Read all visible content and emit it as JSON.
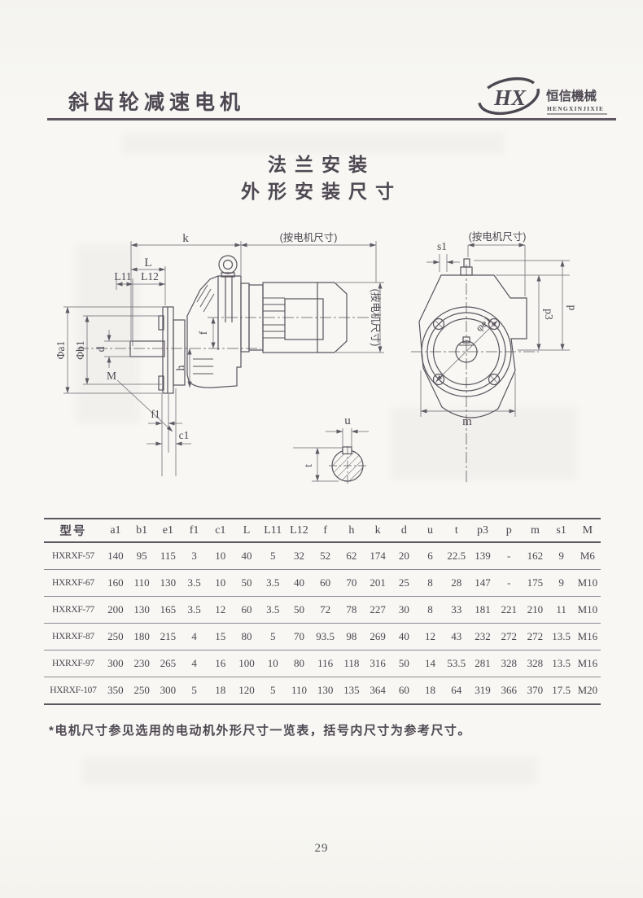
{
  "header": {
    "brand_title": "斜齿轮减速电机",
    "logo": {
      "hx": "HX",
      "company_cn": "恒信機械",
      "company_en": "HENGXINJIXIE"
    }
  },
  "title": {
    "line1": "法兰安装",
    "line2": "外形安装尺寸"
  },
  "drawing": {
    "side": {
      "k": "k",
      "motor_top": "(按电机尺寸)",
      "motor_right": "(按电机尺寸)",
      "L": "L",
      "L11": "L11",
      "L12": "L12",
      "phi_a1": "Φa1",
      "phi_b1": "Φb1",
      "d": "d",
      "M": "M",
      "f": "f",
      "h": "h",
      "f1": "f1",
      "c1": "c1"
    },
    "front": {
      "motor_top": "(按电机尺寸)",
      "s1": "s1",
      "phi_e1": "φe1",
      "p3": "p3",
      "p": "p",
      "m": "m"
    },
    "shaft": {
      "u": "u",
      "t": "t"
    }
  },
  "table": {
    "headers": [
      "型号",
      "a1",
      "b1",
      "e1",
      "f1",
      "c1",
      "L",
      "L11",
      "L12",
      "f",
      "h",
      "k",
      "d",
      "u",
      "t",
      "p3",
      "p",
      "m",
      "s1",
      "M"
    ],
    "rows": [
      [
        "HXRXF-57",
        "140",
        "95",
        "115",
        "3",
        "10",
        "40",
        "5",
        "32",
        "52",
        "62",
        "174",
        "20",
        "6",
        "22.5",
        "139",
        "-",
        "162",
        "9",
        "M6"
      ],
      [
        "HXRXF-67",
        "160",
        "110",
        "130",
        "3.5",
        "10",
        "50",
        "3.5",
        "40",
        "60",
        "70",
        "201",
        "25",
        "8",
        "28",
        "147",
        "-",
        "175",
        "9",
        "M10"
      ],
      [
        "HXRXF-77",
        "200",
        "130",
        "165",
        "3.5",
        "12",
        "60",
        "3.5",
        "50",
        "72",
        "78",
        "227",
        "30",
        "8",
        "33",
        "181",
        "221",
        "210",
        "11",
        "M10"
      ],
      [
        "HXRXF-87",
        "250",
        "180",
        "215",
        "4",
        "15",
        "80",
        "5",
        "70",
        "93.5",
        "98",
        "269",
        "40",
        "12",
        "43",
        "232",
        "272",
        "272",
        "13.5",
        "M16"
      ],
      [
        "HXRXF-97",
        "300",
        "230",
        "265",
        "4",
        "16",
        "100",
        "10",
        "80",
        "116",
        "118",
        "316",
        "50",
        "14",
        "53.5",
        "281",
        "328",
        "328",
        "13.5",
        "M16"
      ],
      [
        "HXRXF-107",
        "350",
        "250",
        "300",
        "5",
        "18",
        "120",
        "5",
        "110",
        "130",
        "135",
        "364",
        "60",
        "18",
        "64",
        "319",
        "366",
        "370",
        "17.5",
        "M20"
      ]
    ]
  },
  "footnote": "*电机尺寸参见选用的电动机外形尺寸一览表，括号内尺寸为参考尺寸。",
  "page_number": "29",
  "colors": {
    "ink": "#4e4852",
    "line": "#5f5964",
    "rule": "#5d5661"
  }
}
